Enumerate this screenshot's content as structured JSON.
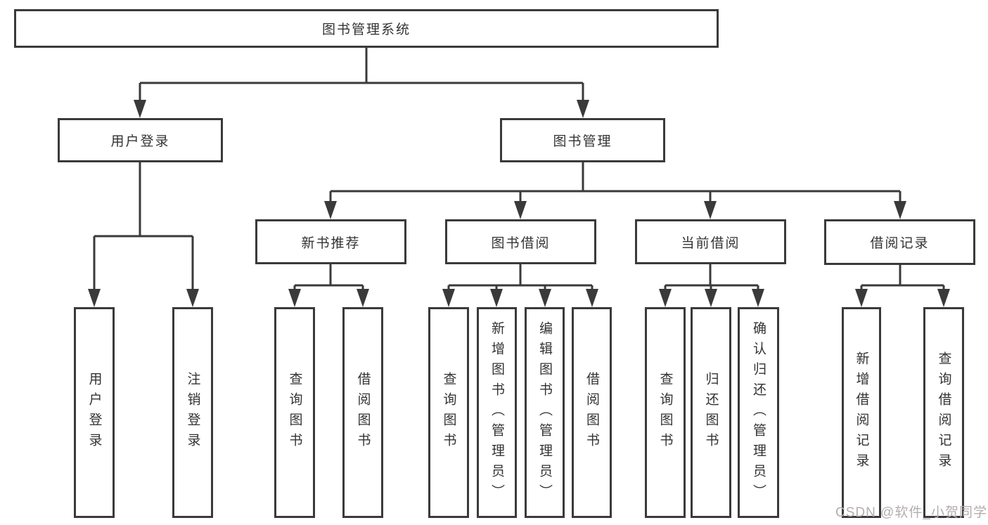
{
  "tree": {
    "label": "图书管理系统",
    "children": [
      {
        "label": "用户登录",
        "children": [
          {
            "label": "用户登录"
          },
          {
            "label": "注销登录"
          }
        ]
      },
      {
        "label": "图书管理",
        "children": [
          {
            "label": "新书推荐",
            "children": [
              {
                "label": "查询图书"
              },
              {
                "label": "借阅图书"
              }
            ]
          },
          {
            "label": "图书借阅",
            "children": [
              {
                "label": "查询图书"
              },
              {
                "label": "新增图书（管理员）"
              },
              {
                "label": "编辑图书（管理员）"
              },
              {
                "label": "借阅图书"
              }
            ]
          },
          {
            "label": "当前借阅",
            "children": [
              {
                "label": "查询图书"
              },
              {
                "label": "归还图书"
              },
              {
                "label": "确认归还（管理员）"
              }
            ]
          },
          {
            "label": "借阅记录",
            "children": [
              {
                "label": "新增借阅记录"
              },
              {
                "label": "查询借阅记录"
              }
            ]
          }
        ]
      }
    ]
  },
  "watermark": {
    "text": "CSDN @软件_小贺同学"
  },
  "colors": {
    "line": "#3a3a3a",
    "text": "#333333",
    "watermark": "#b5adad",
    "background": "#ffffff"
  }
}
